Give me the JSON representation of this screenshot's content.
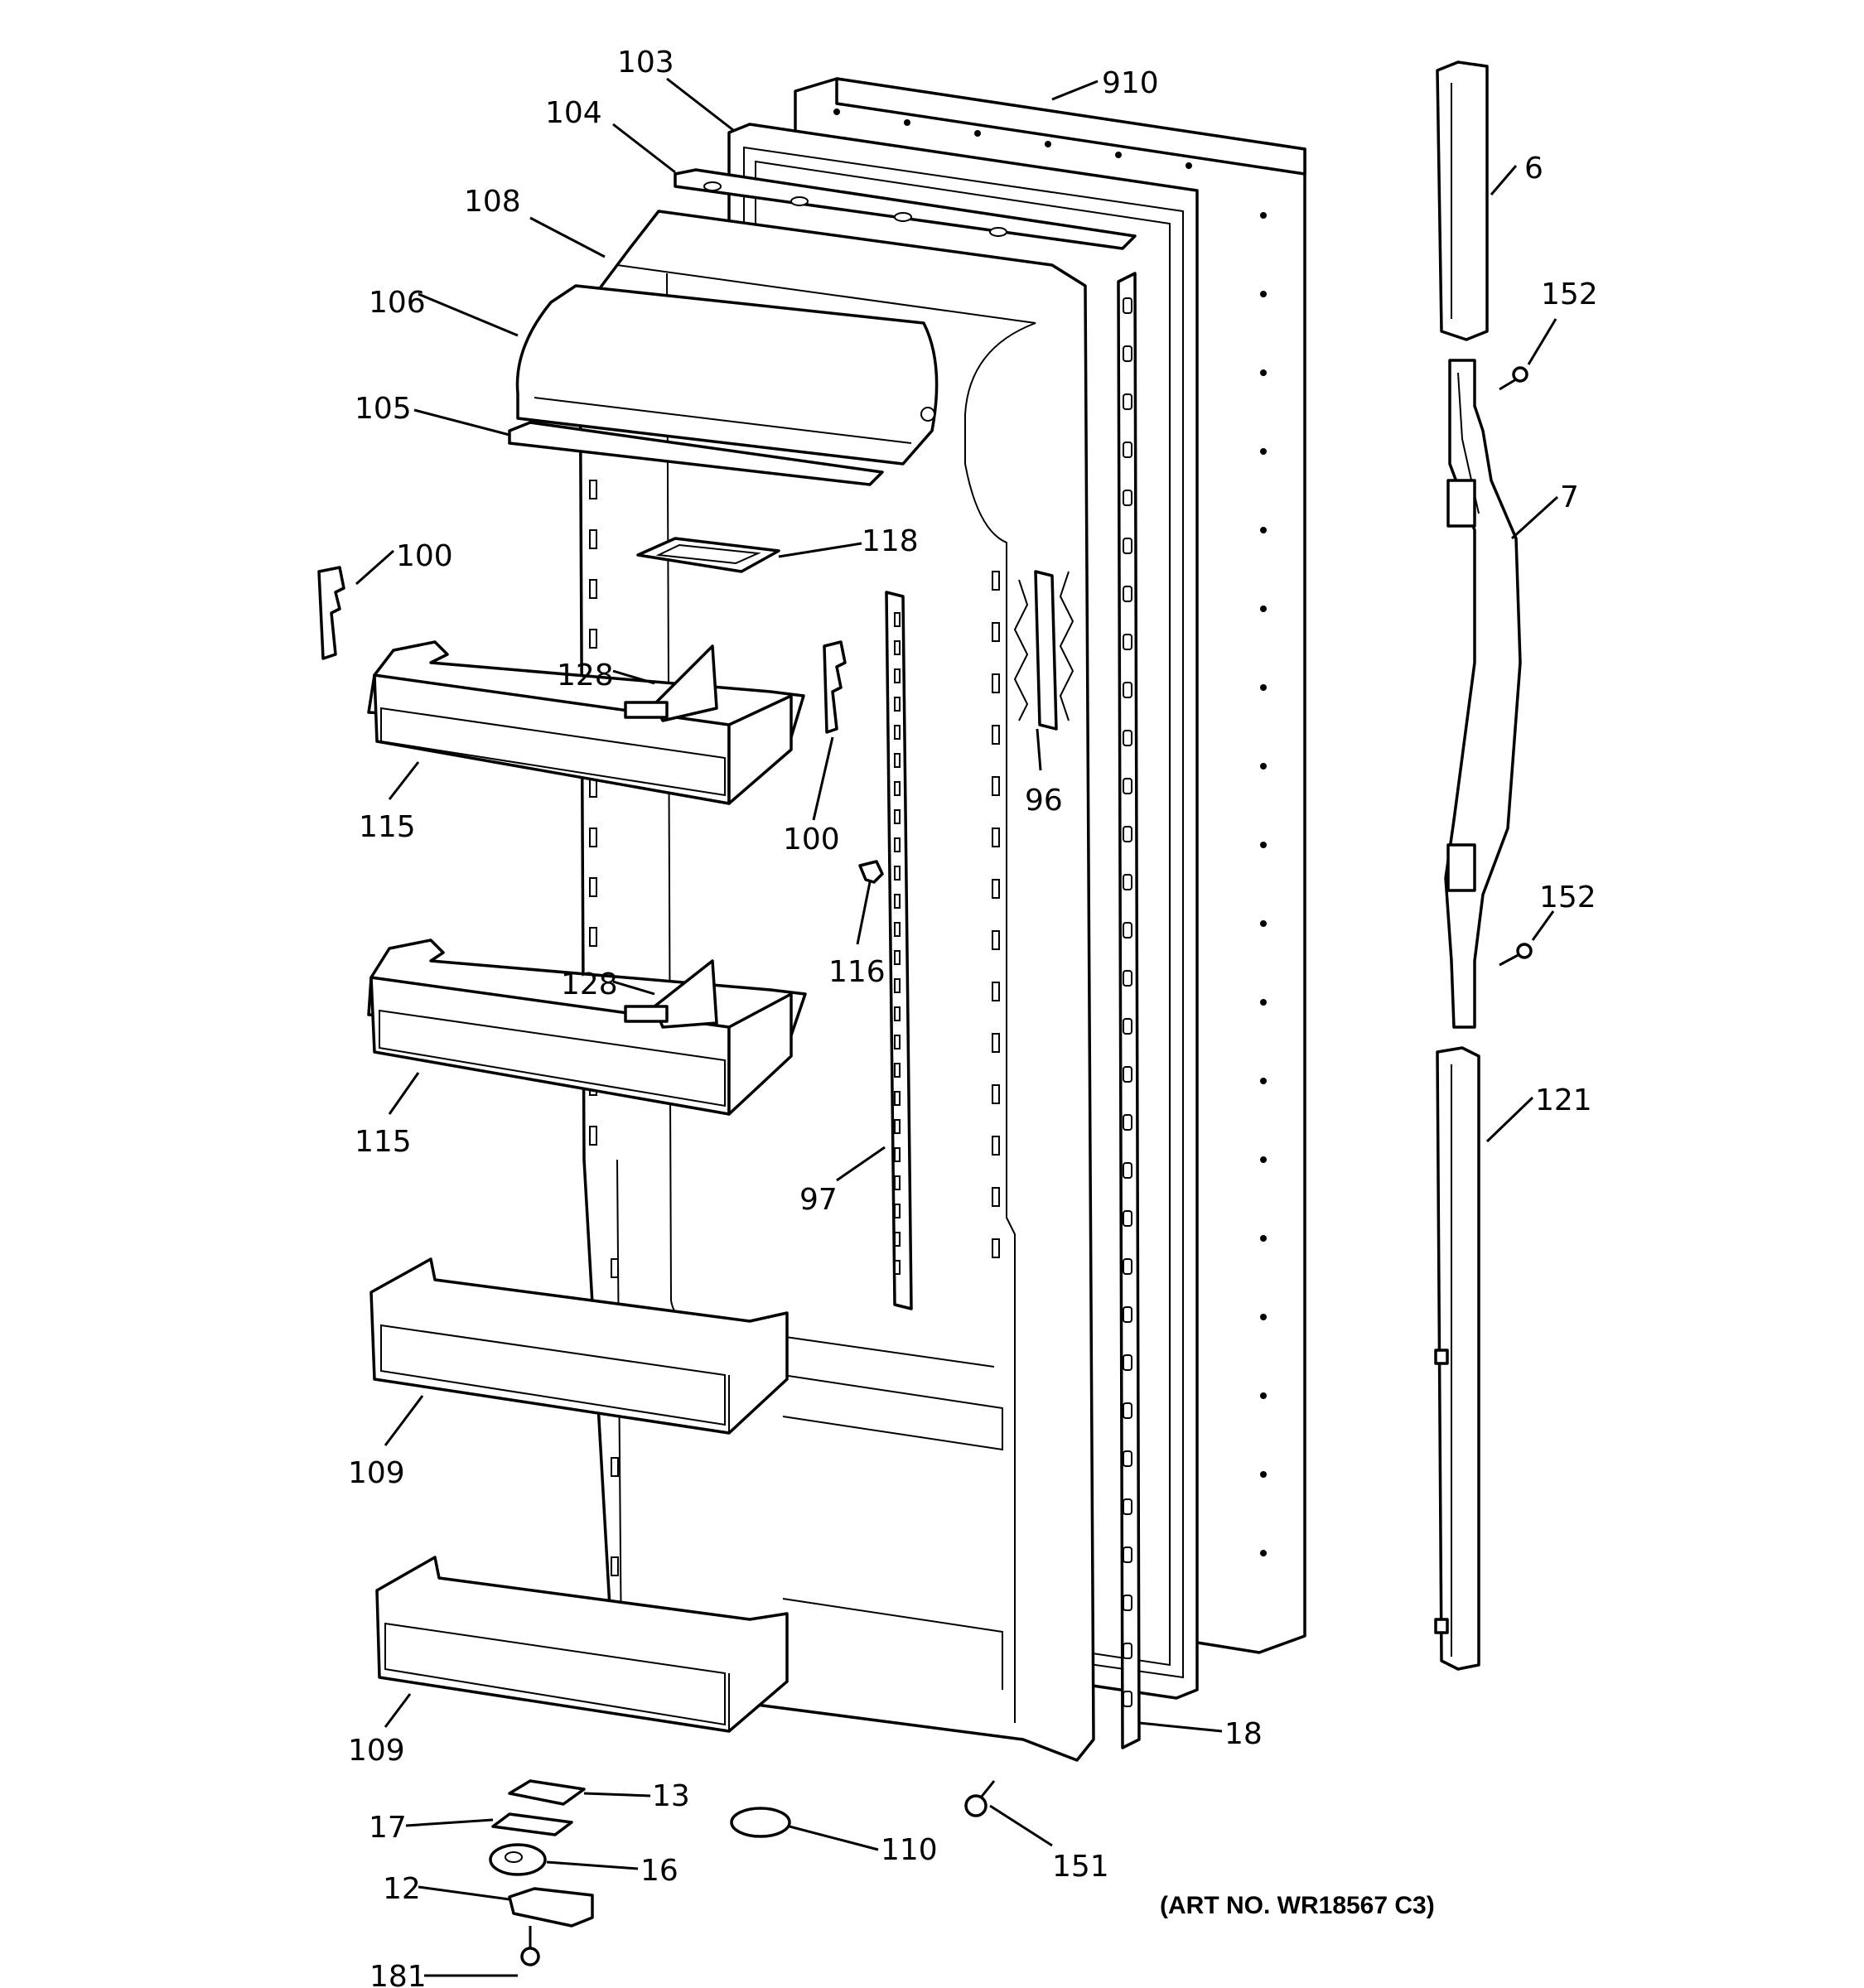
{
  "art_number": "(ART NO. WR18567 C3)",
  "labels": {
    "l910": "910",
    "l103": "103",
    "l104": "104",
    "l108": "108",
    "l106": "106",
    "l105": "105",
    "l118": "118",
    "l100a": "100",
    "l100b": "100",
    "l128a": "128",
    "l128b": "128",
    "l115a": "115",
    "l115b": "115",
    "l96": "96",
    "l116": "116",
    "l97": "97",
    "l109a": "109",
    "l109b": "109",
    "l18": "18",
    "l6": "6",
    "l152a": "152",
    "l7": "7",
    "l152b": "152",
    "l121": "121",
    "l13": "13",
    "l17": "17",
    "l16": "16",
    "l12": "12",
    "l181": "181",
    "l110": "110",
    "l151": "151"
  }
}
